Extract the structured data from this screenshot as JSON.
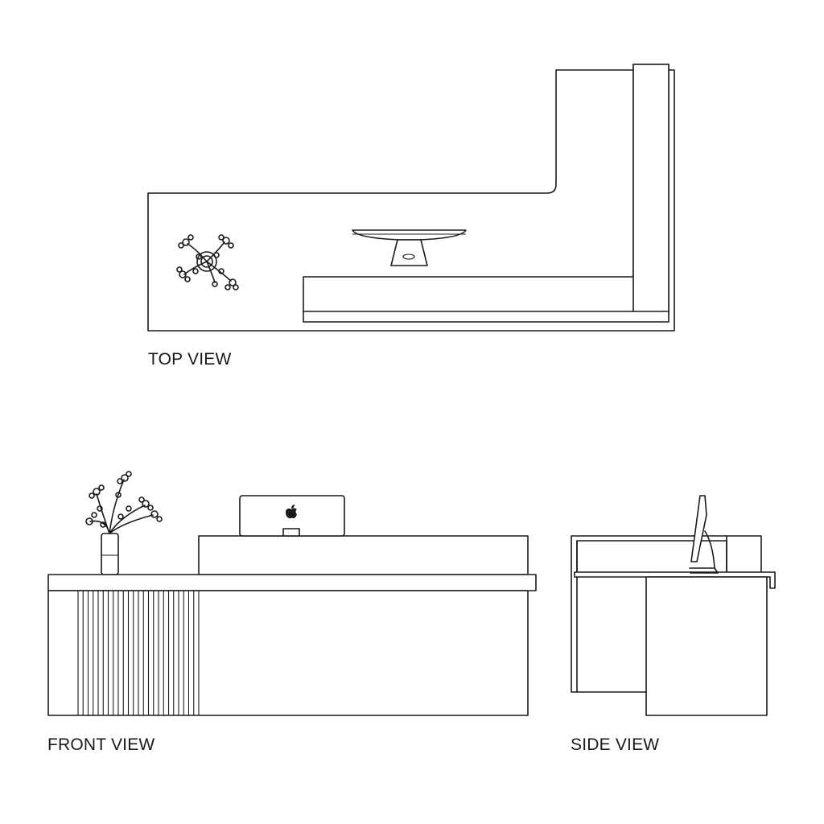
{
  "views": {
    "top": {
      "label": "TOP VIEW"
    },
    "front": {
      "label": "FRONT VIEW"
    },
    "side": {
      "label": "SIDE VIEW"
    }
  },
  "icons": {
    "flower_top": "flower-vase-icon",
    "monitor_top": "monitor-icon",
    "apple_logo": "apple-logo-icon"
  }
}
